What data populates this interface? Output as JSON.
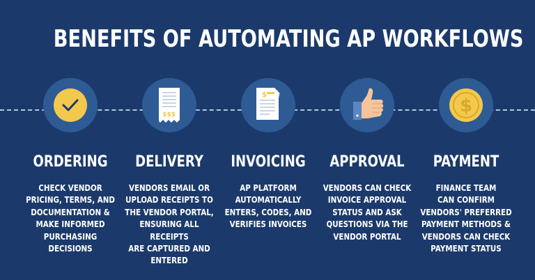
{
  "title": "BENEFITS OF AUTOMATING AP WORKFLOWS",
  "colors": {
    "background": "#1b3a6b",
    "circle": "#2f5b95",
    "accent": "#f2c94c",
    "dash": "#b9c6dc"
  },
  "steps": [
    {
      "icon": "checkmark-icon",
      "heading": "ORDERING",
      "lines": [
        "CHECK VENDOR",
        "PRICING, TERMS, AND",
        "DOCUMENTATION &",
        "MAKE INFORMED",
        "PURCHASING DECISIONS"
      ]
    },
    {
      "icon": "receipt-icon",
      "heading": "DELIVERY",
      "lines": [
        "VENDORS EMAIL OR",
        "UPLOAD RECEIPTS TO",
        "THE VENDOR PORTAL,",
        "ENSURING ALL RECEIPTS",
        "ARE CAPTURED AND",
        "ENTERED"
      ]
    },
    {
      "icon": "invoice-icon",
      "heading": "INVOICING",
      "lines": [
        "AP PLATFORM",
        "AUTOMATICALLY",
        "ENTERS, CODES, AND",
        "VERIFIES INVOICES"
      ]
    },
    {
      "icon": "thumbs-up-icon",
      "heading": "APPROVAL",
      "lines": [
        "VENDORS CAN CHECK",
        "INVOICE APPROVAL",
        "STATUS AND ASK",
        "QUESTIONS VIA THE",
        "VENDOR PORTAL"
      ]
    },
    {
      "icon": "dollar-coin-icon",
      "heading": "PAYMENT",
      "lines": [
        "FINANCE TEAM",
        "CAN CONFIRM",
        "VENDORS' PREFERRED",
        "PAYMENT METHODS &",
        "VENDORS CAN CHECK",
        "PAYMENT STATUS"
      ]
    }
  ]
}
